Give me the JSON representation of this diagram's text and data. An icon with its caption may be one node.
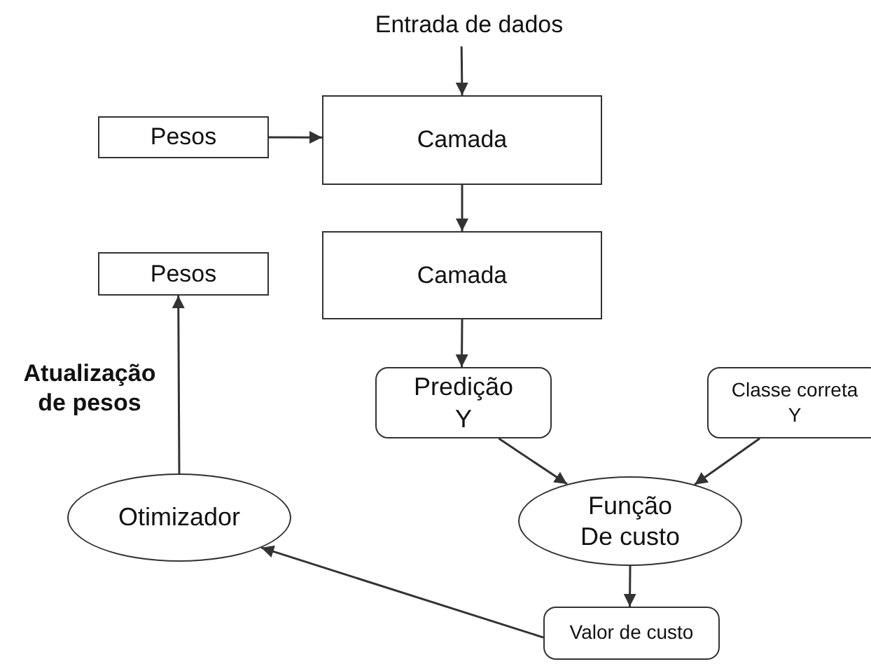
{
  "diagram": {
    "nodes": [
      {
        "text": [
          "Entrada de dados"
        ]
      },
      {
        "text": [
          "Pesos"
        ]
      },
      {
        "text": [
          "Camada"
        ]
      },
      {
        "text": [
          "Pesos"
        ]
      },
      {
        "text": [
          "Camada"
        ]
      },
      {
        "text": [
          "Predição Y"
        ]
      },
      {
        "text": [
          "Classe correta Y"
        ]
      },
      {
        "text": [
          "Função De custo"
        ]
      },
      {
        "text": [
          "Valor de custo"
        ]
      },
      {
        "text": [
          "Otimizador"
        ]
      }
    ],
    "edges": [
      {
        "from": 0,
        "to": 2,
        "arrow": "to"
      },
      {
        "from": 1,
        "to": 2,
        "arrow": "to"
      },
      {
        "from": 2,
        "to": 4,
        "arrow": "to"
      },
      {
        "from": 4,
        "to": 5,
        "arrow": "to"
      },
      {
        "from": 5,
        "to": 7,
        "arrow": "to"
      },
      {
        "from": 6,
        "to": 7,
        "arrow": "to"
      },
      {
        "from": 7,
        "to": 8,
        "arrow": "to"
      },
      {
        "from": 8,
        "to": 9,
        "arrow": "to"
      },
      {
        "from": 9,
        "to": 3,
        "arrow": "to",
        "label": "Atualização de pesos"
      }
    ]
  }
}
